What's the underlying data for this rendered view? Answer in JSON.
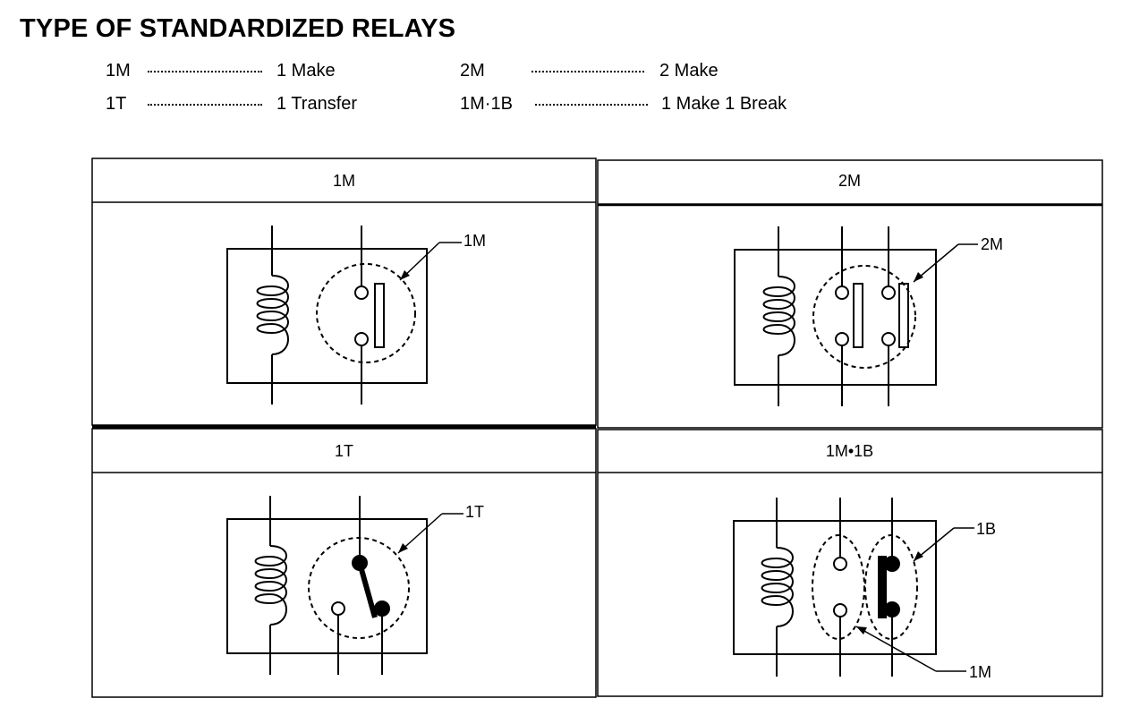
{
  "title": "TYPE OF STANDARDIZED RELAYS",
  "legend": [
    {
      "code": "1M",
      "meaning": "1 Make"
    },
    {
      "code": "2M",
      "meaning": "2 Make"
    },
    {
      "code": "1T",
      "meaning": "1 Transfer"
    },
    {
      "code": "1M·1B",
      "meaning": "1 Make 1 Break"
    }
  ],
  "cells": [
    {
      "header": "1M",
      "labels": [
        "1M"
      ]
    },
    {
      "header": "2M",
      "labels": [
        "2M"
      ]
    },
    {
      "header": "1T",
      "labels": [
        "1T"
      ]
    },
    {
      "header": "1M•1B",
      "labels": [
        "1B",
        "1M"
      ]
    }
  ]
}
